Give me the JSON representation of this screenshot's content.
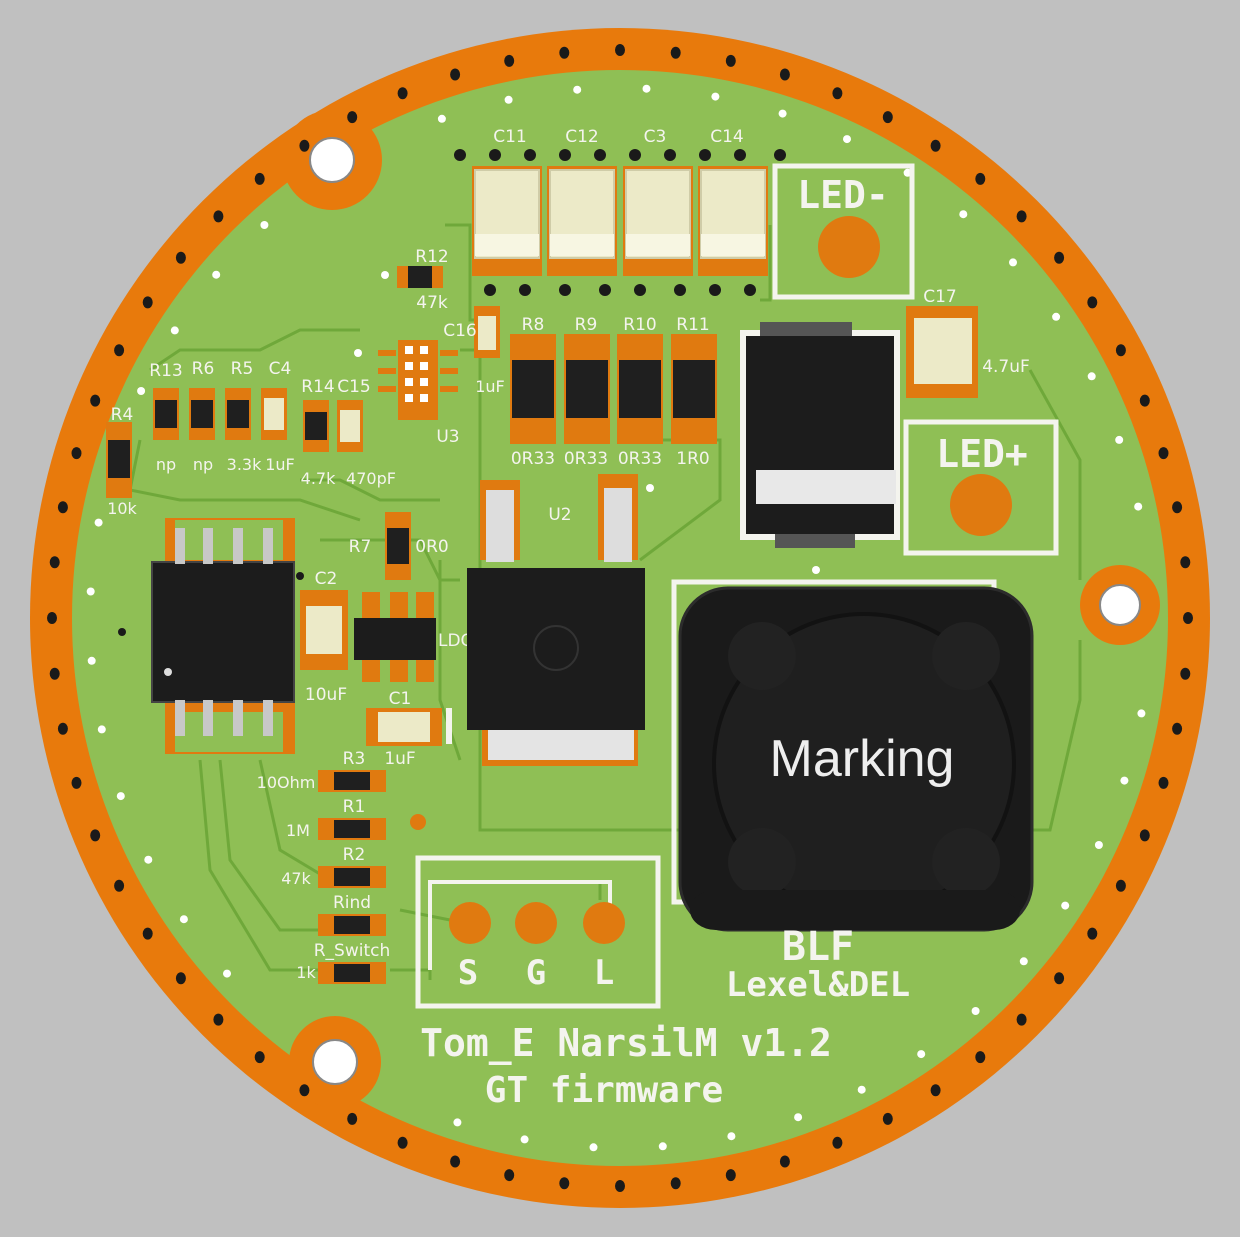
{
  "colors": {
    "background": "#c0c0c0",
    "ring": "#e87a0c",
    "board": "#8fbf55",
    "trace": "#79b23a",
    "copper": "#e07a10",
    "silkscreen": "#f4f4ee",
    "ic_body": "#1c1c1c",
    "cap_body": "#eceac8"
  },
  "board_text": {
    "line1": "Tom_E NarsilM v1.2",
    "line2": "GT firmware",
    "blf": "BLF",
    "authors": "Lexel&DEL"
  },
  "pads": {
    "led_minus": "LED-",
    "led_plus": "LED+",
    "switch_s": "S",
    "switch_g": "G",
    "switch_l": "L"
  },
  "inductor": {
    "marking": "Marking"
  },
  "components": {
    "c11": "C11",
    "c12": "C12",
    "c3": "C3",
    "c14": "C14",
    "r12": "R12",
    "r12_val": "47k",
    "c16": "C16",
    "c16_val": "1uF",
    "r8": "R8",
    "r9": "R9",
    "r10": "R10",
    "r11": "R11",
    "r8_val": "0R33",
    "r9_val": "0R33",
    "r10_val": "0R33",
    "r11_val": "1R0",
    "c17": "C17",
    "c17_val": "4.7uF",
    "u3": "U3",
    "u2": "U2",
    "r13": "R13",
    "r6": "R6",
    "r5": "R5",
    "c4": "C4",
    "r14": "R14",
    "c15": "C15",
    "r13_val": "np",
    "r6_val": "np",
    "r5_val": "3.3k",
    "c4_val": "1uF",
    "r14_val": "4.7k",
    "c15_val": "470pF",
    "r4": "R4",
    "r4_val": "10k",
    "r7": "R7",
    "r7_val": "0R0",
    "c2": "C2",
    "c2_val": "10uF",
    "ldo": "LDO",
    "c1": "C1",
    "c1_val": "1uF",
    "r3": "R3",
    "r3_val": "10Ohm",
    "r1": "R1",
    "r1_val": "1M",
    "r2": "R2",
    "r2_val": "47k",
    "rind": "Rind",
    "r_switch": "R_Switch",
    "r_switch_val": "1k"
  }
}
